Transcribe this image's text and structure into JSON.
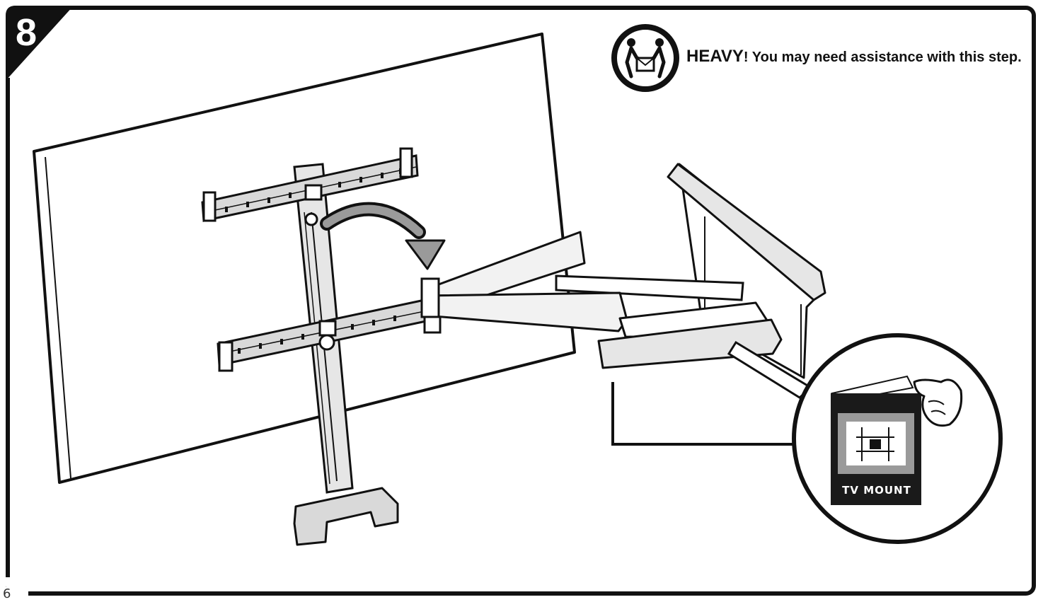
{
  "step": {
    "number": "8"
  },
  "warning": {
    "icon": "two-person-lift-icon",
    "heavy_label": "HEAVY",
    "message": "! You may need assistance with this step."
  },
  "callout": {
    "booklet_label": "TV MOUNT",
    "icon": "pointing-hand-icon"
  },
  "page": {
    "number": "6"
  },
  "colors": {
    "ink": "#111111",
    "fill_light": "#f2f2f2",
    "fill_mid": "#cfcfcf",
    "booklet": "#1a1a1a"
  }
}
